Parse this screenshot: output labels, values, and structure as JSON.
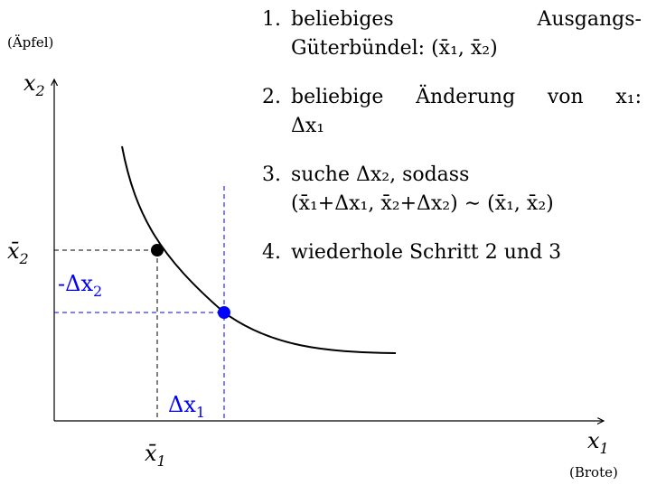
{
  "axes": {
    "y_unit": "(Äpfel)",
    "y_label": "x",
    "y_sub": "2",
    "x_label": "x",
    "x_sub": "1",
    "x_unit": "(Brote)"
  },
  "ticks": {
    "x1bar": "x̄",
    "x1bar_sub": "1",
    "x2bar": "x̄",
    "x2bar_sub": "2"
  },
  "deltas": {
    "dx1": "Δx",
    "dx1_sub": "1",
    "dx2": "-Δx",
    "dx2_sub": "2"
  },
  "colors": {
    "blue": "#0000ff",
    "black": "#000000"
  },
  "steps": [
    {
      "num": "1.",
      "line1": "beliebiges Ausgangs-",
      "line2": "Güterbündel: (x̄₁, x̄₂)"
    },
    {
      "num": "2.",
      "line1": "beliebige Änderung von x₁:",
      "line2": "Δx₁"
    },
    {
      "num": "3.",
      "line1": "suche Δx₂, sodass",
      "line2": "(x̄₁+Δx₁, x̄₂+Δx₂) ∼ (x̄₁, x̄₂)"
    },
    {
      "num": "4.",
      "line1": "wiederhole Schritt 2 und 3",
      "line2": ""
    }
  ]
}
